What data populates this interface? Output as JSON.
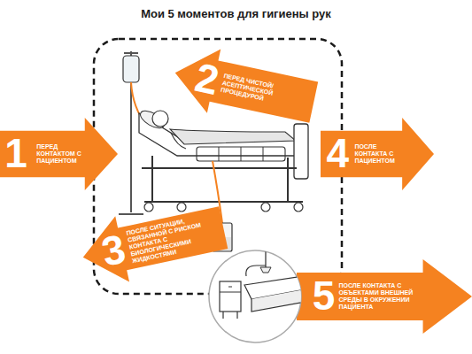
{
  "diagram": {
    "title": "Мои 5 моментов для гигиены рук",
    "nodes": [
      {
        "text": [
          "1",
          "ПЕРЕД КОНТАКТОМ С ПАЦИЕНТОМ"
        ]
      },
      {
        "text": [
          "2",
          "ПЕРЕД ЧИСТОЙ/АСЕПТИЧЕСКОЙ ПРОЦЕДУРОЙ"
        ]
      },
      {
        "text": [
          "3",
          "ПОСЛЕ СИТУАЦИИ, СВЯЗАННОЙ С РИСКОМ КОНТАКТА С БИОЛОГИЧЕСКИМИ ЖИДКОСТЯМИ"
        ]
      },
      {
        "text": [
          "4",
          "ПОСЛЕ КОНТАКТА С ПАЦИЕНТОМ"
        ]
      },
      {
        "text": [
          "5",
          "ПОСЛЕ КОНТАКТА С ОБЪЕКТАМИ ВНЕШНЕЙ СРЕДЫ В ОКРУЖЕНИИ ПАЦИЕНТА"
        ]
      }
    ]
  }
}
